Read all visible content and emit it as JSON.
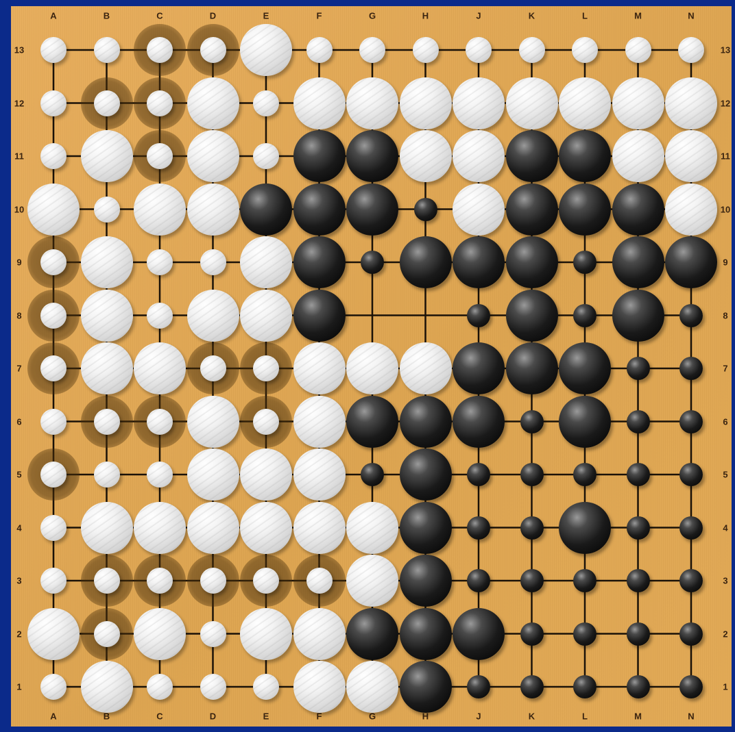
{
  "columns": [
    "A",
    "B",
    "C",
    "D",
    "E",
    "F",
    "G",
    "H",
    "J",
    "K",
    "L",
    "M",
    "N"
  ],
  "rows": [
    "13",
    "12",
    "11",
    "10",
    "9",
    "8",
    "7",
    "6",
    "5",
    "4",
    "3",
    "2",
    "1"
  ],
  "colors": {
    "board": "#e1a856",
    "line": "#1b1208",
    "frame": "#0b2a8a"
  },
  "board_rows": [
    "wwwwwwwwwwwww",
    "wwwwwwwwwwwww",
    "wwwwwbbwwbbww",
    "wwwwbbbbwbbbw",
    "wwwwwbbbbbbbb",
    "wwwwwb..bbbbb",
    "wwwwwwwwbbbbb",
    "wwwwwwbbbbbbb",
    "wwwwwwbbbbbbb",
    "wwwwwwwbbbbbb",
    "wwwwwwwbbbbbb",
    "wwwwwwbbbbbbb",
    "wwwwwwwbbbbbb"
  ],
  "large_rows": [
    "0000100000000",
    "0001011111111",
    "0101011111111",
    "1011111011111",
    "0100110111011",
    "0101110001010",
    "0110011111100",
    "0001011110100",
    "0001110100000",
    "0111111100100",
    "0000001100000",
    "1010111110000",
    "0100011100000"
  ],
  "dark_halo": [
    "C13",
    "D13",
    "B12",
    "C12",
    "C11",
    "A9",
    "A8",
    "A7",
    "D7",
    "E7",
    "B6",
    "C6",
    "E6",
    "A5",
    "E5",
    "E4",
    "B3",
    "C3",
    "D3",
    "E3",
    "F3",
    "B2"
  ],
  "light_halo": [
    "K8",
    "H5"
  ]
}
